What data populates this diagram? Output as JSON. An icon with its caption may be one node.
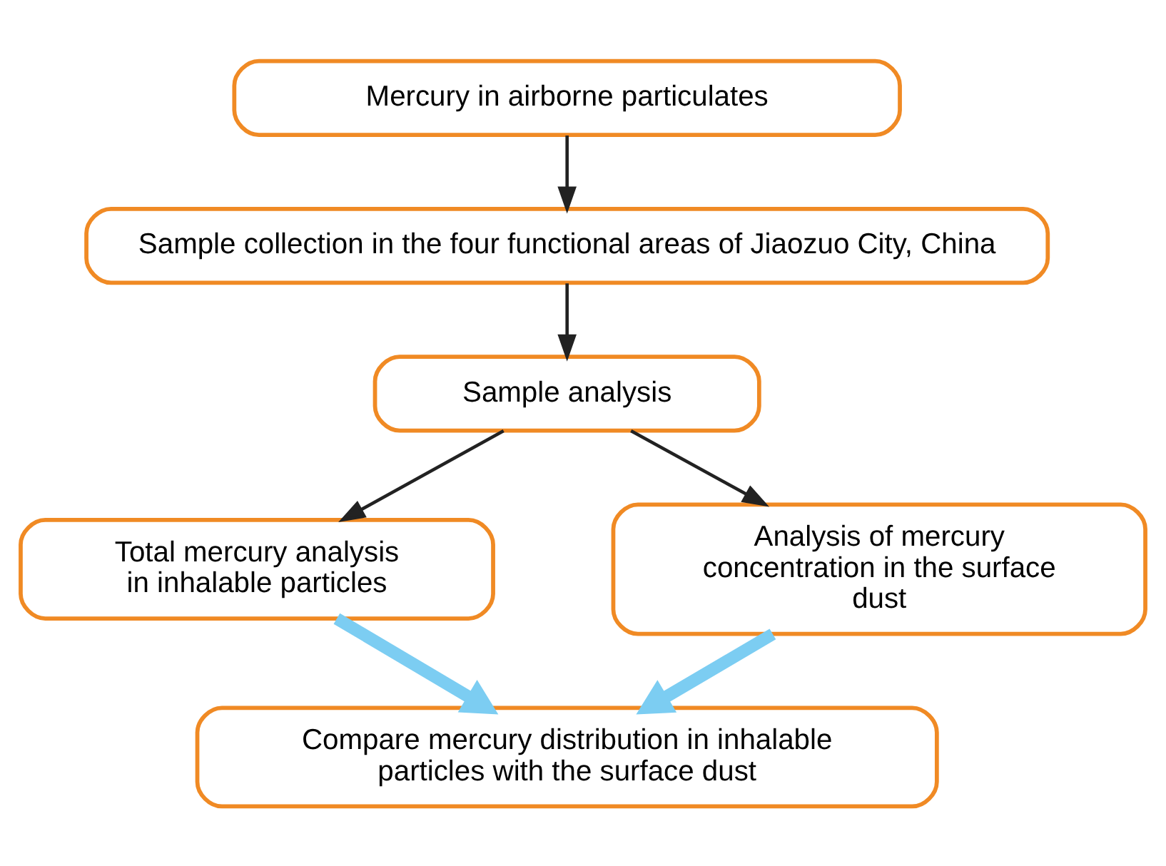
{
  "diagram": {
    "nodes": [
      {
        "text": [
          "Mercury in airborne particulates"
        ]
      },
      {
        "text": [
          "Sample collection in the four functional areas of Jiaozuo City, China"
        ]
      },
      {
        "text": [
          "Sample analysis"
        ]
      },
      {
        "text": [
          "Total mercury analysis in inhalable particles"
        ]
      },
      {
        "text": [
          "Analysis of mercury concentration in the surface dust"
        ]
      },
      {
        "text": [
          "Compare mercury distribution in inhalable particles with the surface dust"
        ]
      }
    ],
    "edges": [
      {
        "from": 0,
        "to": 1,
        "arrow": "to"
      },
      {
        "from": 1,
        "to": 2,
        "arrow": "to"
      },
      {
        "from": 2,
        "to": 3,
        "arrow": "to"
      },
      {
        "from": 2,
        "to": 4,
        "arrow": "to"
      },
      {
        "from": 3,
        "to": 5,
        "arrow": "to",
        "style": "thick",
        "color": "#7ccdf2"
      },
      {
        "from": 4,
        "to": 5,
        "arrow": "to",
        "style": "thick",
        "color": "#7ccdf2"
      }
    ]
  }
}
